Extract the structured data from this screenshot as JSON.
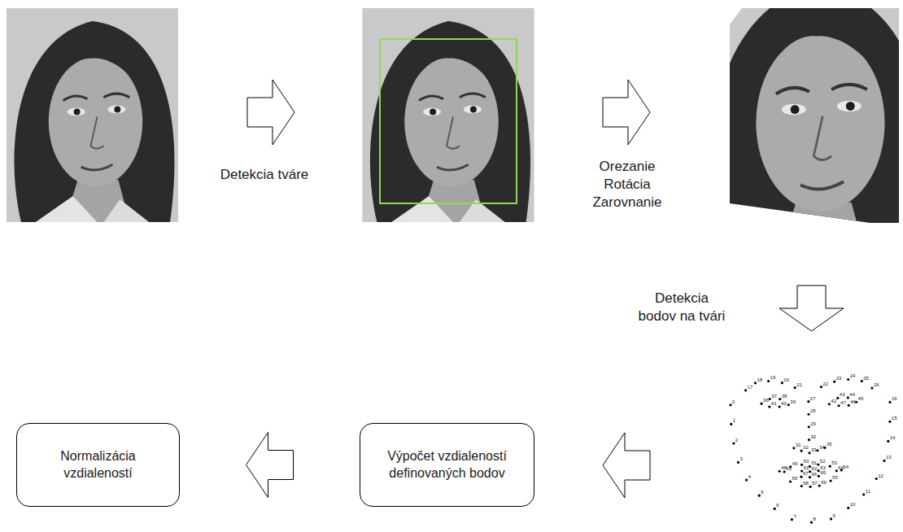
{
  "diagram": {
    "nodes": [
      {
        "text": [
          "Normalizácia vzdialeností"
        ]
      },
      {
        "text": [
          "Výpočet vzdialeností definovaných bodov"
        ]
      }
    ],
    "edges": [
      {
        "from": 1,
        "to": 0,
        "arrow": "to"
      }
    ],
    "labels": [
      "Detekcia tváre",
      "Orezanie Rotácia Zarovnanie",
      "Detekcia bodov na tvári",
      "0",
      "1",
      "2",
      "3",
      "4",
      "5",
      "6",
      "7",
      "8",
      "9",
      "10",
      "11",
      "12",
      "13",
      "14",
      "15",
      "16",
      "17",
      "18",
      "19",
      "20",
      "21",
      "22",
      "23",
      "24",
      "25",
      "26",
      "27",
      "28",
      "29",
      "30",
      "31",
      "32",
      "33",
      "34",
      "35",
      "36",
      "37",
      "38",
      "39",
      "40",
      "41",
      "42",
      "43",
      "44",
      "45",
      "46",
      "47",
      "48",
      "49",
      "50",
      "51",
      "52",
      "53",
      "54",
      "55",
      "56",
      "57",
      "58",
      "59",
      "60",
      "61",
      "62",
      "63",
      "64",
      "65",
      "66",
      "67"
    ]
  }
}
